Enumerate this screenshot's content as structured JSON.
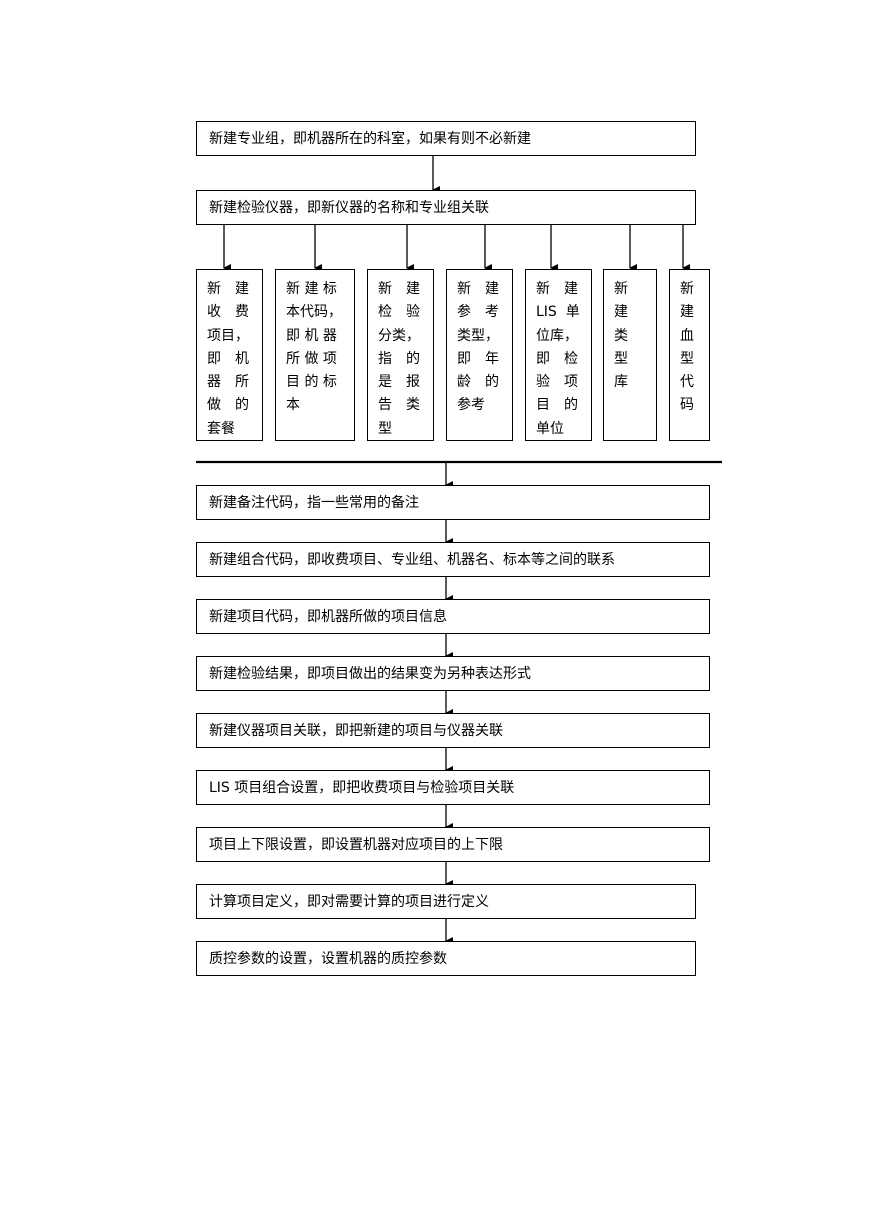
{
  "top_steps": [
    "新建专业组，即机器所在的科室，如果有则不必新建",
    "新建检验仪器，即新仪器的名称和专业组关联"
  ],
  "branch_items": [
    {
      "lines": [
        "新　建",
        "收　费",
        "项目，",
        "即　机",
        "器　所",
        "做　的",
        "套餐"
      ]
    },
    {
      "lines": [
        "新 建 标",
        "本代码，",
        "即 机 器",
        "所 做 项",
        "目 的 标",
        "本"
      ]
    },
    {
      "lines": [
        "新　建",
        "检　验",
        "分类，",
        "指　的",
        "是　报",
        "告　类",
        "型"
      ]
    },
    {
      "lines": [
        "新　建",
        "参　考",
        "类型，",
        "即　年",
        "龄　的",
        "参考"
      ]
    },
    {
      "lines": [
        "新　建",
        "LIS  单",
        "位库，",
        "即　检",
        "验　项",
        "目　的",
        "单位"
      ]
    },
    {
      "lines": [
        "新",
        "建",
        "类",
        "型",
        "库"
      ]
    },
    {
      "lines": [
        "新",
        "建",
        "血",
        "型",
        "代",
        "码"
      ]
    }
  ],
  "bottom_steps": [
    "新建备注代码，指一些常用的备注",
    "新建组合代码，即收费项目、专业组、机器名、标本等之间的联系",
    "新建项目代码，即机器所做的项目信息",
    "新建检验结果，即项目做出的结果变为另种表达形式",
    "新建仪器项目关联，即把新建的项目与仪器关联",
    "LIS 项目组合设置，即把收费项目与检验项目关联",
    "项目上下限设置，即设置机器对应项目的上下限",
    "计算项目定义，即对需要计算的项目进行定义",
    "质控参数的设置，设置机器的质控参数"
  ]
}
